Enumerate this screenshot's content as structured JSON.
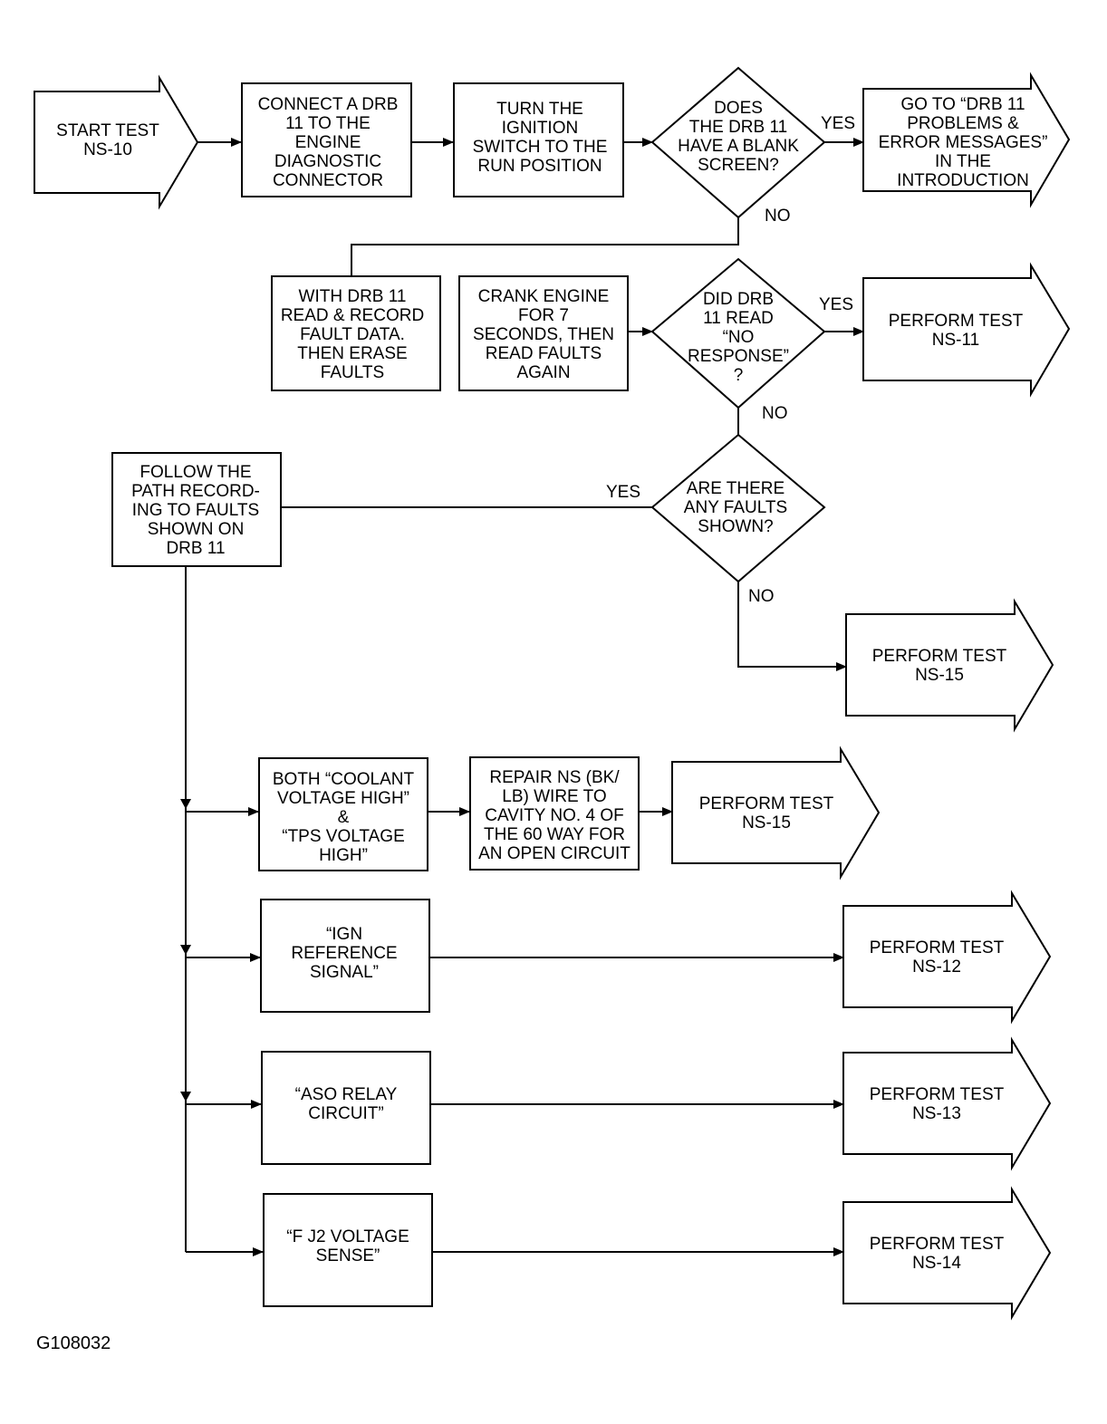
{
  "figure_id": "G108032",
  "colors": {
    "stroke": "#000000",
    "fill": "#ffffff",
    "text": "#000000"
  },
  "nodes": {
    "start": {
      "lines": [
        "START TEST",
        "NS-10"
      ]
    },
    "connect": {
      "lines": [
        "CONNECT A DRB",
        "11 TO THE",
        "ENGINE",
        "DIAGNOSTIC",
        "CONNECTOR"
      ]
    },
    "ignition": {
      "lines": [
        "TURN THE",
        "IGNITION",
        "SWITCH TO THE",
        "RUN POSITION"
      ]
    },
    "d_blank": {
      "lines": [
        "DOES",
        "THE DRB 11",
        "HAVE A BLANK",
        "SCREEN?"
      ]
    },
    "goto": {
      "lines": [
        "GO TO “DRB 11",
        "PROBLEMS &",
        "ERROR MESSAGES”",
        "IN THE",
        "INTRODUCTION"
      ]
    },
    "record": {
      "lines": [
        "WITH DRB 11",
        "READ & RECORD",
        "FAULT DATA.",
        "THEN ERASE",
        "FAULTS"
      ]
    },
    "crank": {
      "lines": [
        "CRANK ENGINE",
        "FOR 7",
        "SECONDS, THEN",
        "READ FAULTS",
        "AGAIN"
      ]
    },
    "d_noresp": {
      "lines": [
        "DID DRB",
        "11 READ",
        "“NO",
        "RESPONSE”",
        "?"
      ]
    },
    "ns11": {
      "lines": [
        "PERFORM TEST",
        "NS-11"
      ]
    },
    "follow": {
      "lines": [
        "FOLLOW THE",
        "PATH RECORD-",
        "ING TO FAULTS",
        "SHOWN ON",
        "DRB 11"
      ]
    },
    "d_faults": {
      "lines": [
        "ARE THERE",
        "ANY FAULTS",
        "SHOWN?"
      ]
    },
    "ns15a": {
      "lines": [
        "PERFORM TEST",
        "NS-15"
      ]
    },
    "coolant": {
      "lines": [
        "BOTH “COOLANT",
        "VOLTAGE HIGH”",
        "&",
        "“TPS VOLTAGE",
        "HIGH”"
      ]
    },
    "repair": {
      "lines": [
        "REPAIR NS (BK/",
        "LB) WIRE TO",
        "CAVITY NO. 4 OF",
        "THE 60 WAY FOR",
        "AN OPEN CIRCUIT"
      ]
    },
    "ns15b": {
      "lines": [
        "PERFORM TEST",
        "NS-15"
      ]
    },
    "ign": {
      "lines": [
        "“IGN",
        "REFERENCE",
        "SIGNAL”"
      ]
    },
    "ns12": {
      "lines": [
        "PERFORM TEST",
        "NS-12"
      ]
    },
    "aso": {
      "lines": [
        "“ASO RELAY",
        "CIRCUIT”"
      ]
    },
    "ns13": {
      "lines": [
        "PERFORM TEST",
        "NS-13"
      ]
    },
    "fj2": {
      "lines": [
        "“F J2 VOLTAGE",
        "SENSE”"
      ]
    },
    "ns14": {
      "lines": [
        "PERFORM TEST",
        "NS-14"
      ]
    }
  },
  "edge_labels": {
    "blank_yes": "YES",
    "blank_no": "NO",
    "noresp_yes": "YES",
    "noresp_no": "NO",
    "faults_yes": "YES",
    "faults_no": "NO"
  }
}
